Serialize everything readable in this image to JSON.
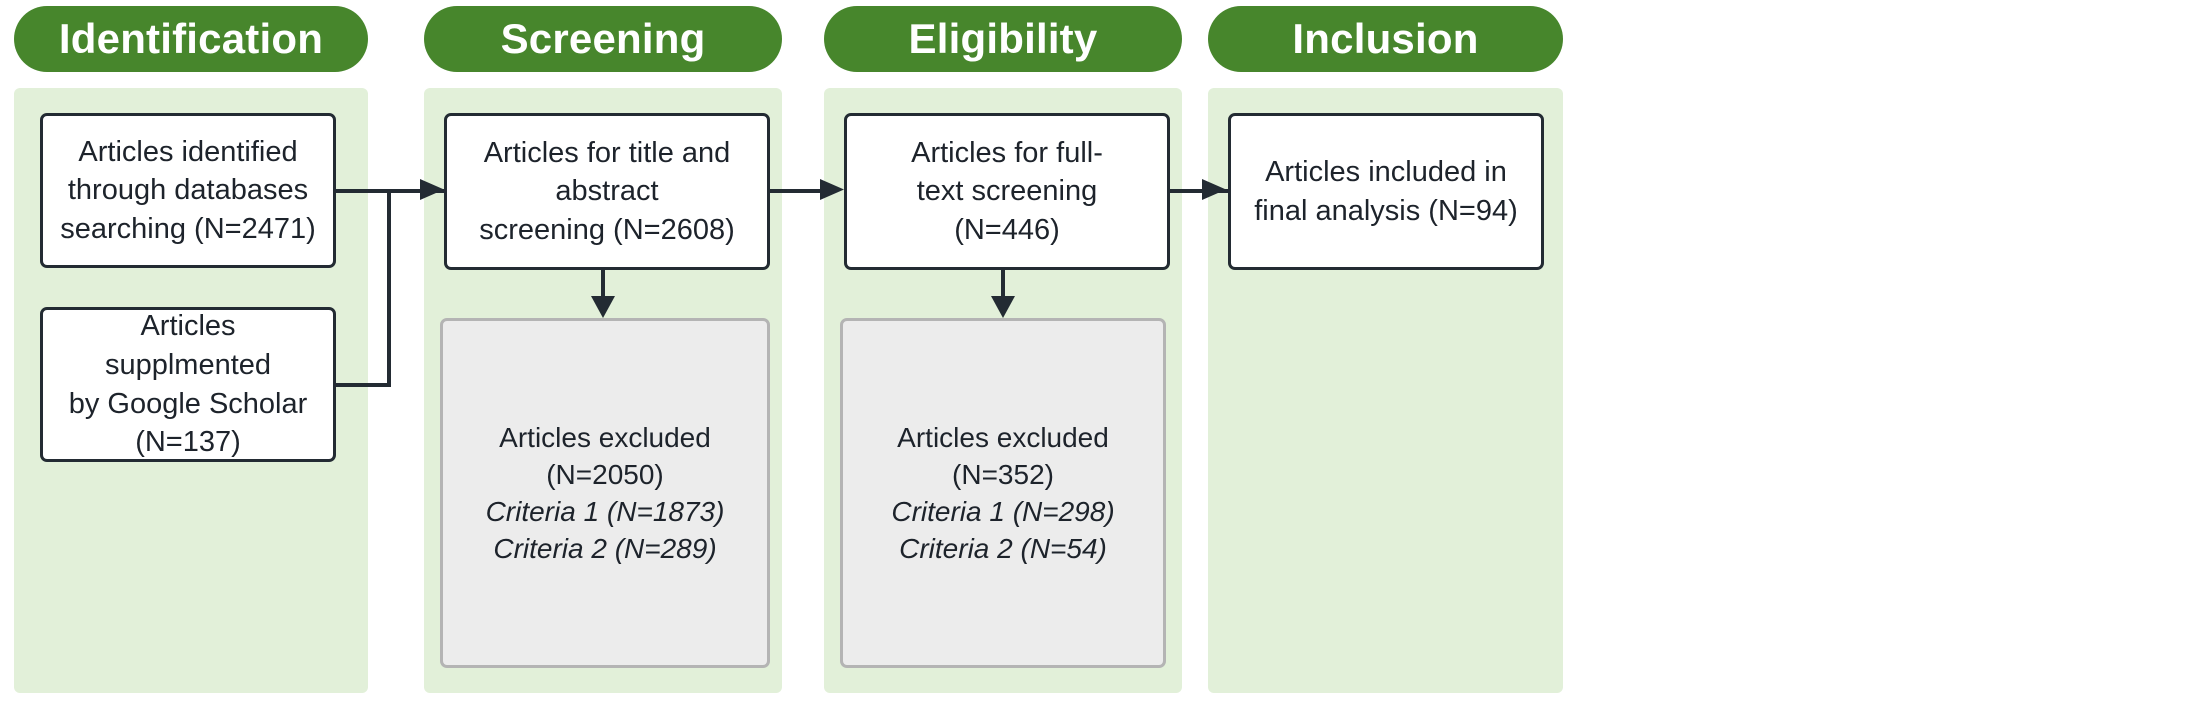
{
  "diagram": {
    "type": "prisma-flow-diagram",
    "colors": {
      "header_green": "#47862c",
      "panel_green": "#e2f0d9",
      "box_border": "#232b33",
      "excluded_fill": "#ececec",
      "excluded_border": "#b4b4b4",
      "text": "#1d232b",
      "header_text": "#ffffff"
    },
    "stages": [
      {
        "id": "identification",
        "header": "Identification",
        "boxes": [
          {
            "id": "identified",
            "kind": "white",
            "lines": [
              {
                "text": "Articles identified",
                "italic": false
              },
              {
                "text": "through databases",
                "italic": false
              },
              {
                "text": "searching (N=2471)",
                "italic": false
              }
            ],
            "count": 2471
          },
          {
            "id": "supplemented",
            "kind": "white",
            "lines": [
              {
                "text": "Articles supplmented",
                "italic": false
              },
              {
                "text": "by Google Scholar",
                "italic": false
              },
              {
                "text": "(N=137)",
                "italic": false
              }
            ],
            "count": 137
          }
        ]
      },
      {
        "id": "screening",
        "header": "Screening",
        "boxes": [
          {
            "id": "title-abstract-screening",
            "kind": "white",
            "lines": [
              {
                "text": "Articles for title and",
                "italic": false
              },
              {
                "text": "abstract",
                "italic": false
              },
              {
                "text": "screening (N=2608)",
                "italic": false
              }
            ],
            "count": 2608
          },
          {
            "id": "excluded-screening",
            "kind": "grey",
            "lines": [
              {
                "text": "Articles excluded",
                "italic": false
              },
              {
                "text": "(N=2050)",
                "italic": false
              },
              {
                "text": "Criteria 1 (N=1873)",
                "italic": true
              },
              {
                "text": "Criteria 2 (N=289)",
                "italic": true
              }
            ],
            "count": 2050
          }
        ]
      },
      {
        "id": "eligibility",
        "header": "Eligibility",
        "boxes": [
          {
            "id": "full-text-screening",
            "kind": "white",
            "lines": [
              {
                "text": "Articles for full-",
                "italic": false
              },
              {
                "text": "text screening (N=446)",
                "italic": false
              }
            ],
            "count": 446
          },
          {
            "id": "excluded-eligibility",
            "kind": "grey",
            "lines": [
              {
                "text": "Articles excluded (N=352)",
                "italic": false
              },
              {
                "text": "Criteria 1 (N=298)",
                "italic": true
              },
              {
                "text": "Criteria 2 (N=54)",
                "italic": true
              }
            ],
            "count": 352
          }
        ]
      },
      {
        "id": "inclusion",
        "header": "Inclusion",
        "boxes": [
          {
            "id": "included-final",
            "kind": "white",
            "lines": [
              {
                "text": "Articles included in",
                "italic": false
              },
              {
                "text": "final analysis (N=94)",
                "italic": false
              }
            ],
            "count": 94
          }
        ]
      }
    ]
  }
}
